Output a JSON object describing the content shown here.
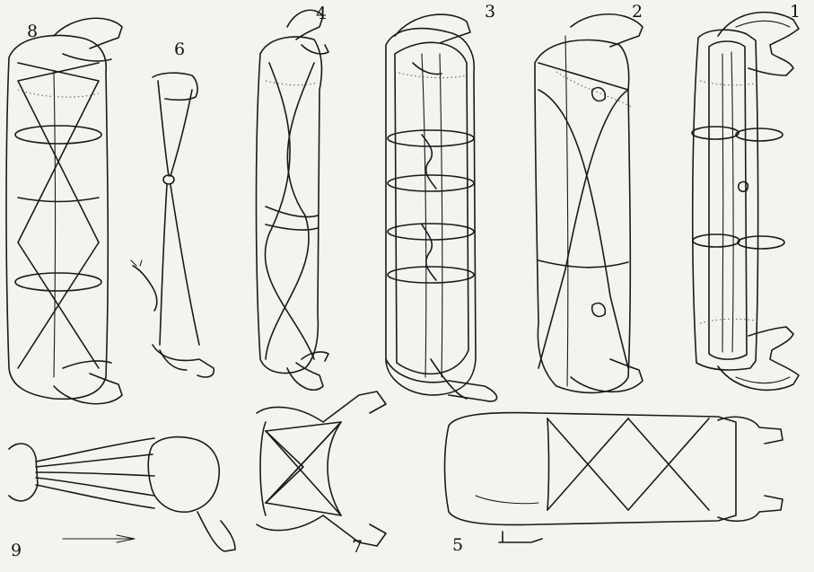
{
  "figures": [
    {
      "number": "1"
    },
    {
      "number": "2"
    },
    {
      "number": "3"
    },
    {
      "number": "4"
    },
    {
      "number": "5"
    },
    {
      "number": "6"
    },
    {
      "number": "7"
    },
    {
      "number": "8"
    },
    {
      "number": "9"
    }
  ]
}
